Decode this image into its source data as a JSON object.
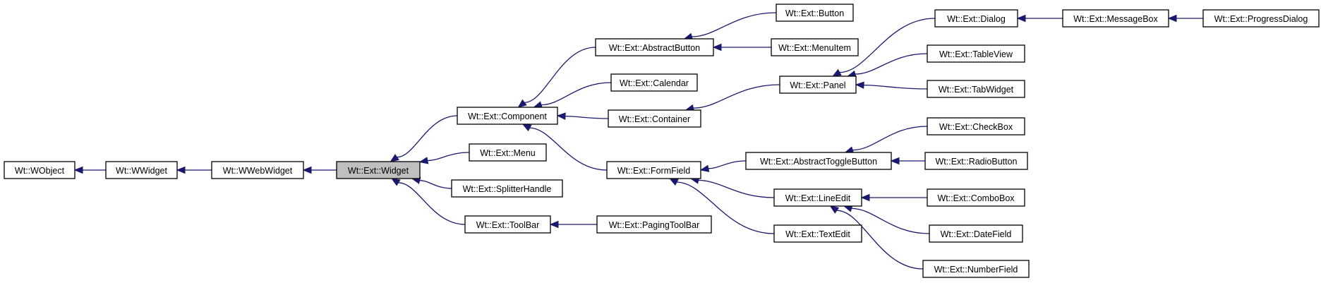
{
  "diagram": {
    "type": "class-inheritance-graph",
    "colors": {
      "edge": "#191970",
      "node_border": "#000000",
      "node_fill": "#ffffff",
      "current_node_fill": "#bfbfbf"
    },
    "current_node": "widget",
    "nodes": [
      {
        "id": "wobject",
        "label": "Wt::WObject"
      },
      {
        "id": "wwidget",
        "label": "Wt::WWidget"
      },
      {
        "id": "wwebwidget",
        "label": "Wt::WWebWidget"
      },
      {
        "id": "widget",
        "label": "Wt::Ext::Widget"
      },
      {
        "id": "component",
        "label": "Wt::Ext::Component"
      },
      {
        "id": "menu",
        "label": "Wt::Ext::Menu"
      },
      {
        "id": "splitterhandle",
        "label": "Wt::Ext::SplitterHandle"
      },
      {
        "id": "toolbar",
        "label": "Wt::Ext::ToolBar"
      },
      {
        "id": "abstractbutton",
        "label": "Wt::Ext::AbstractButton"
      },
      {
        "id": "calendar",
        "label": "Wt::Ext::Calendar"
      },
      {
        "id": "container",
        "label": "Wt::Ext::Container"
      },
      {
        "id": "formfield",
        "label": "Wt::Ext::FormField"
      },
      {
        "id": "pagingtoolbar",
        "label": "Wt::Ext::PagingToolBar"
      },
      {
        "id": "button",
        "label": "Wt::Ext::Button"
      },
      {
        "id": "menuitem",
        "label": "Wt::Ext::MenuItem"
      },
      {
        "id": "panel",
        "label": "Wt::Ext::Panel"
      },
      {
        "id": "abstracttogglebutton",
        "label": "Wt::Ext::AbstractToggleButton"
      },
      {
        "id": "lineedit",
        "label": "Wt::Ext::LineEdit"
      },
      {
        "id": "textedit",
        "label": "Wt::Ext::TextEdit"
      },
      {
        "id": "dialog",
        "label": "Wt::Ext::Dialog"
      },
      {
        "id": "tableview",
        "label": "Wt::Ext::TableView"
      },
      {
        "id": "tabwidget",
        "label": "Wt::Ext::TabWidget"
      },
      {
        "id": "checkbox",
        "label": "Wt::Ext::CheckBox"
      },
      {
        "id": "radiobutton",
        "label": "Wt::Ext::RadioButton"
      },
      {
        "id": "combobox",
        "label": "Wt::Ext::ComboBox"
      },
      {
        "id": "datefield",
        "label": "Wt::Ext::DateField"
      },
      {
        "id": "numberfield",
        "label": "Wt::Ext::NumberField"
      },
      {
        "id": "messagebox",
        "label": "Wt::Ext::MessageBox"
      },
      {
        "id": "progressdialog",
        "label": "Wt::Ext::ProgressDialog"
      }
    ],
    "edges": [
      {
        "child": "wwidget",
        "parent": "wobject"
      },
      {
        "child": "wwebwidget",
        "parent": "wwidget"
      },
      {
        "child": "widget",
        "parent": "wwebwidget"
      },
      {
        "child": "component",
        "parent": "widget"
      },
      {
        "child": "menu",
        "parent": "widget"
      },
      {
        "child": "splitterhandle",
        "parent": "widget"
      },
      {
        "child": "toolbar",
        "parent": "widget"
      },
      {
        "child": "abstractbutton",
        "parent": "component"
      },
      {
        "child": "calendar",
        "parent": "component"
      },
      {
        "child": "container",
        "parent": "component"
      },
      {
        "child": "formfield",
        "parent": "component"
      },
      {
        "child": "pagingtoolbar",
        "parent": "toolbar"
      },
      {
        "child": "button",
        "parent": "abstractbutton"
      },
      {
        "child": "menuitem",
        "parent": "abstractbutton"
      },
      {
        "child": "panel",
        "parent": "container"
      },
      {
        "child": "abstracttogglebutton",
        "parent": "formfield"
      },
      {
        "child": "lineedit",
        "parent": "formfield"
      },
      {
        "child": "textedit",
        "parent": "formfield"
      },
      {
        "child": "dialog",
        "parent": "panel"
      },
      {
        "child": "tableview",
        "parent": "panel"
      },
      {
        "child": "tabwidget",
        "parent": "panel"
      },
      {
        "child": "checkbox",
        "parent": "abstracttogglebutton"
      },
      {
        "child": "radiobutton",
        "parent": "abstracttogglebutton"
      },
      {
        "child": "combobox",
        "parent": "lineedit"
      },
      {
        "child": "datefield",
        "parent": "lineedit"
      },
      {
        "child": "numberfield",
        "parent": "lineedit"
      },
      {
        "child": "messagebox",
        "parent": "dialog"
      },
      {
        "child": "progressdialog",
        "parent": "messagebox"
      }
    ]
  }
}
